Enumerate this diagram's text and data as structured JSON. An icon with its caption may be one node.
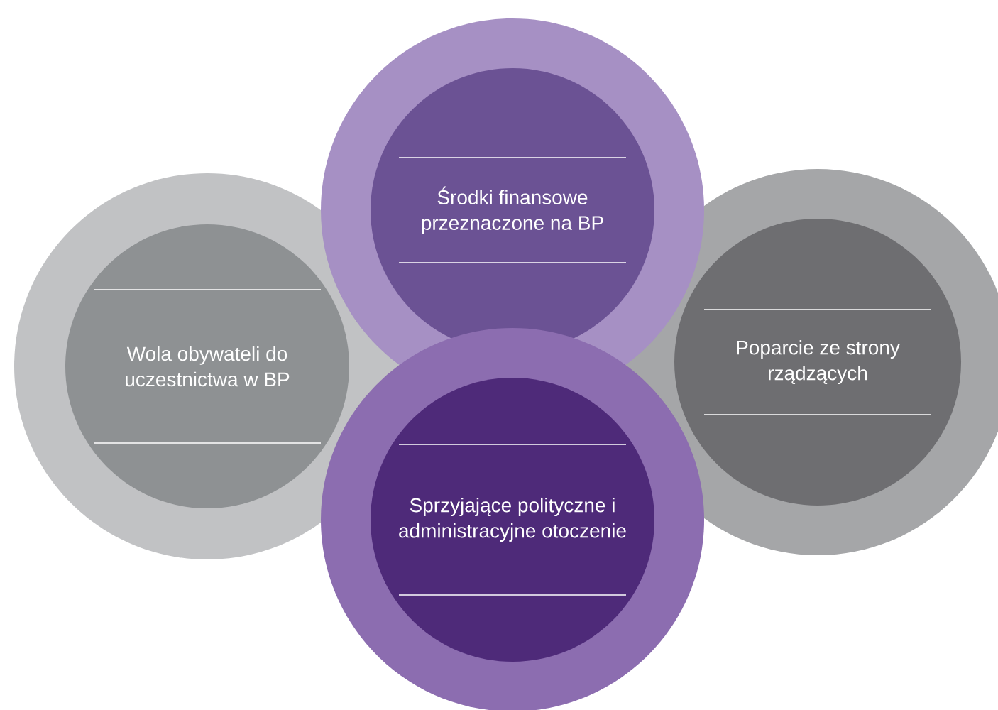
{
  "diagram": {
    "nodes": [
      {
        "text": [
          "Wola obywateli do uczestnictwa w BP"
        ]
      },
      {
        "text": [
          "Poparcie ze strony rządzących"
        ]
      },
      {
        "text": [
          "Środki finansowe przeznaczone na BP"
        ]
      },
      {
        "text": [
          "Sprzyjające polityczne i administracyjne otoczenie"
        ]
      }
    ]
  }
}
